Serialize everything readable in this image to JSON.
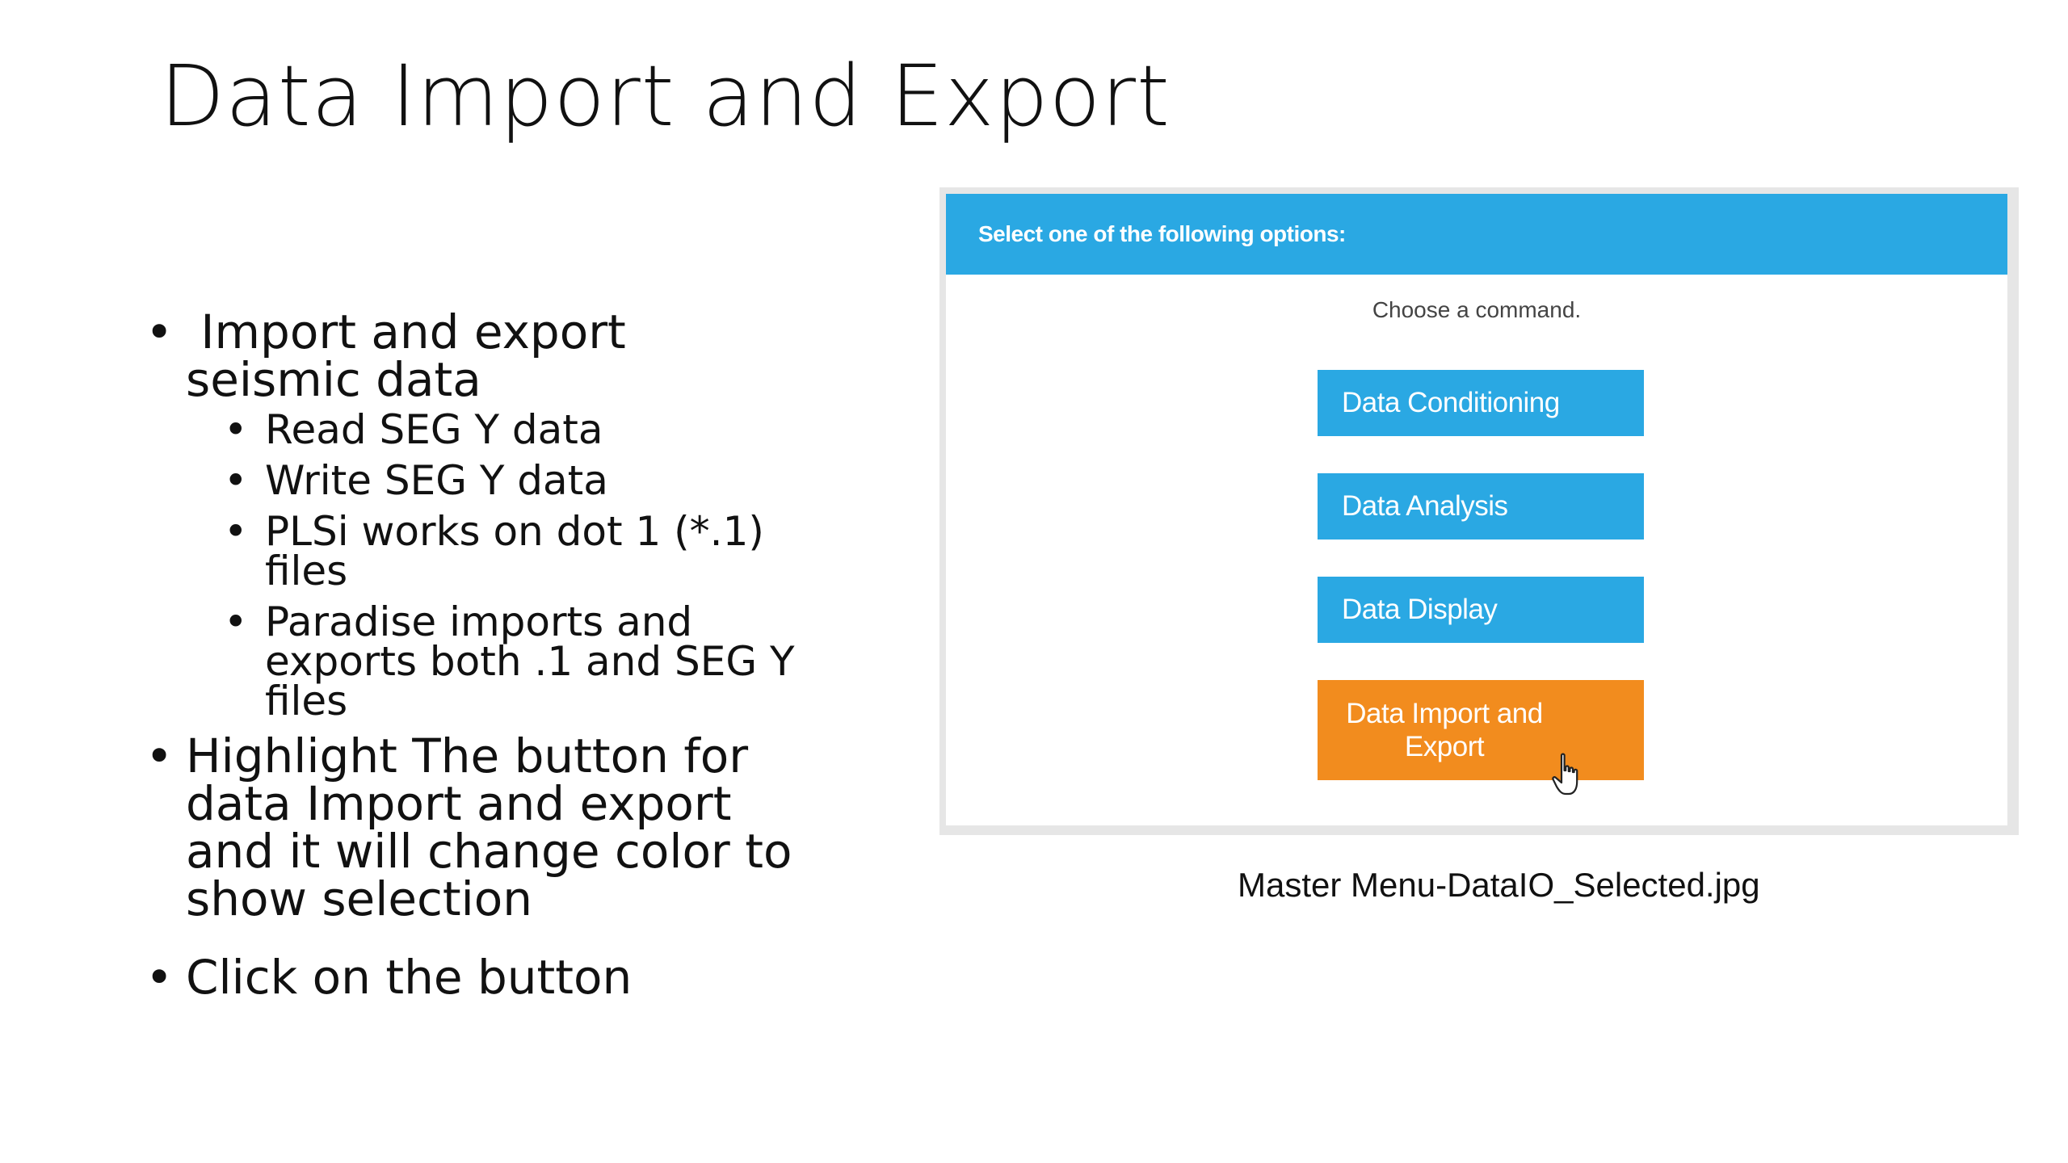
{
  "slide": {
    "title": "Data Import and Export",
    "bullets": {
      "b1_line1": " Import and export",
      "b1_line2": "seismic data",
      "sub": [
        {
          "lines": [
            "Read SEG Y data"
          ]
        },
        {
          "lines": [
            "Write SEG Y data"
          ]
        },
        {
          "lines": [
            "PLSi works on dot 1 (*.1)",
            "files"
          ]
        },
        {
          "lines": [
            "Paradise imports and",
            "exports both .1 and SEG Y",
            "files"
          ]
        }
      ],
      "b2_lines": [
        "Highlight The button for",
        "data Import and export",
        "and it will change color to",
        "show selection"
      ],
      "b3": "Click on the button"
    },
    "caption": "Master Menu-DataIO_Selected.jpg"
  },
  "screenshot": {
    "header": "Select one of the following options:",
    "prompt": "Choose a command.",
    "buttons": {
      "conditioning": "Data Conditioning",
      "analysis": "Data Analysis",
      "display": "Data Display",
      "import_export_line1": "Data Import and",
      "import_export_line2": "Export"
    },
    "colors": {
      "button": "#2aa8e3",
      "selected": "#f28c1e",
      "header": "#2aa8e3"
    },
    "cursor_icon": "hand-pointer-icon"
  }
}
